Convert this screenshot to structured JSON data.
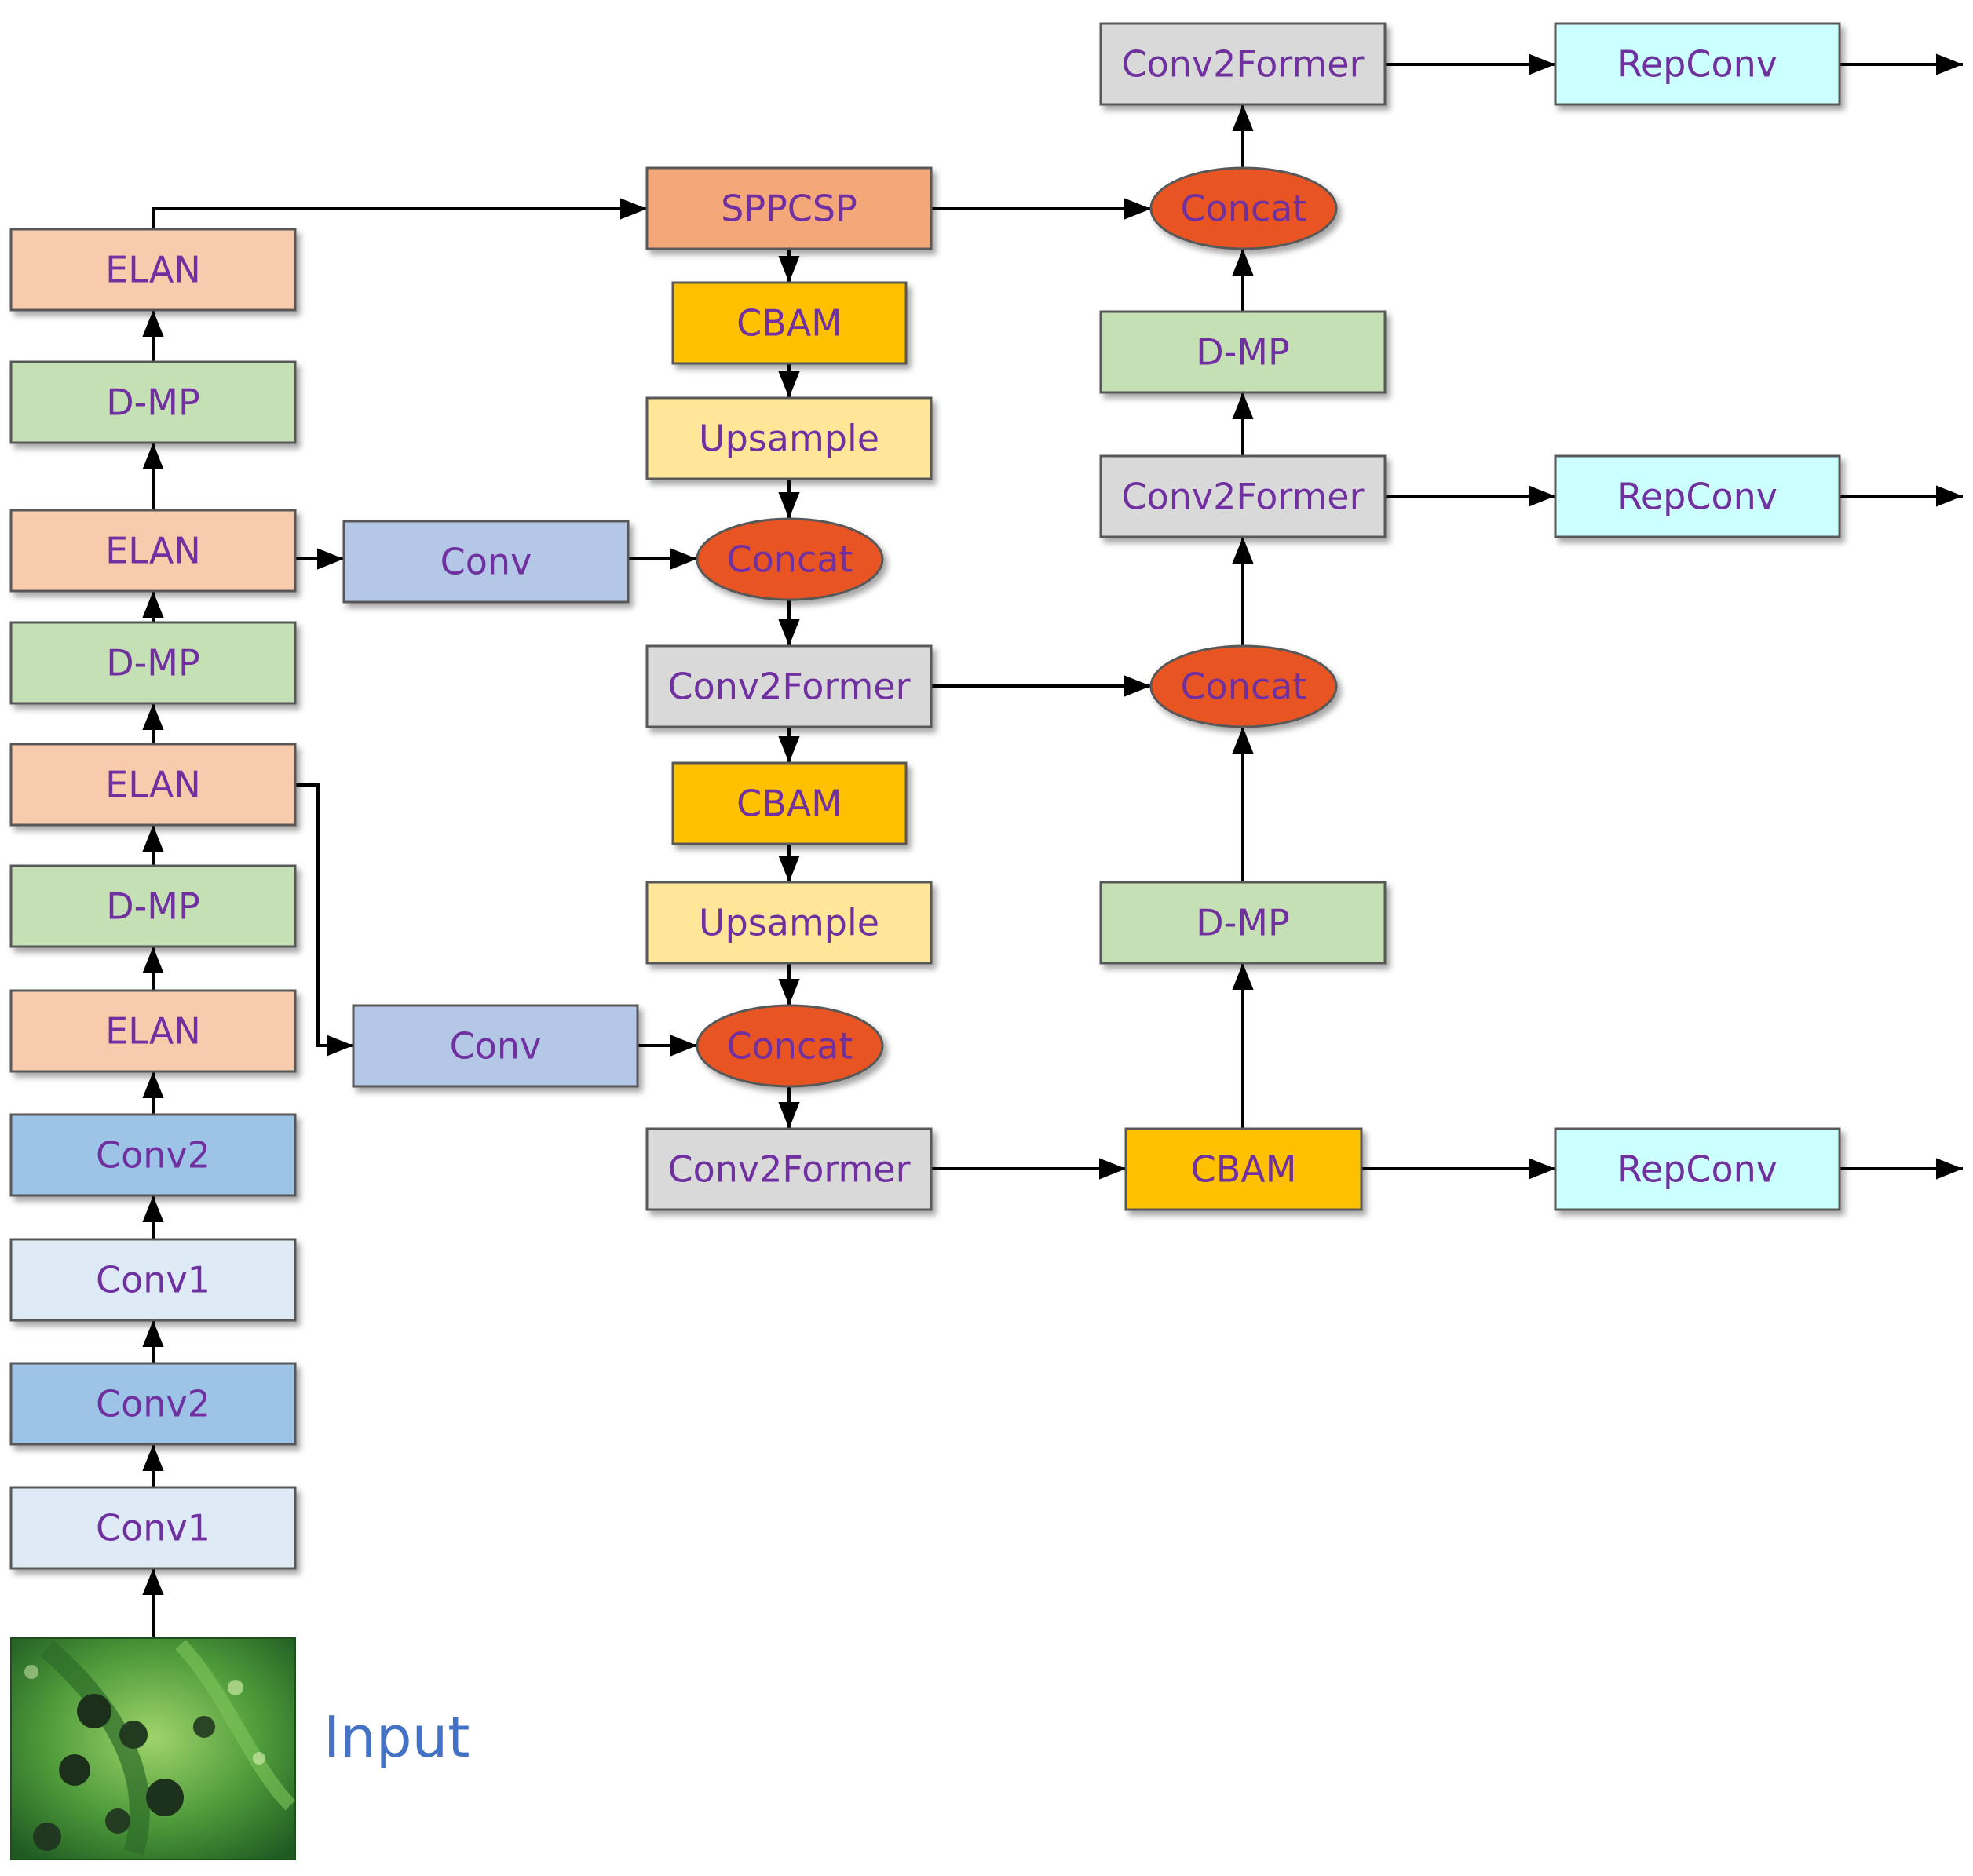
{
  "colors": {
    "elan": "#f8cbad",
    "dmp": "#c5e0b4",
    "conv_blue": "#b4c7e7",
    "conv2": "#9dc3e6",
    "conv1": "#deebf7",
    "sppcsp": "#f4a87a",
    "cbam": "#ffc000",
    "upsample": "#ffe699",
    "concat": "#e95422",
    "conv2former": "#d9d9d9",
    "repconv": "#ccffff",
    "label": "#7030a0",
    "input_label": "#4472c4"
  },
  "input_label": "Input",
  "input_image": "input-image",
  "nodes": [
    {
      "id": "conv1_a",
      "label": "Conv1",
      "color": "conv1"
    },
    {
      "id": "conv2_a",
      "label": "Conv2",
      "color": "conv2"
    },
    {
      "id": "conv1_b",
      "label": "Conv1",
      "color": "conv1"
    },
    {
      "id": "conv2_b",
      "label": "Conv2",
      "color": "conv2"
    },
    {
      "id": "elan_1",
      "label": "ELAN",
      "color": "elan"
    },
    {
      "id": "dmp_1",
      "label": "D-MP",
      "color": "dmp"
    },
    {
      "id": "elan_2",
      "label": "ELAN",
      "color": "elan"
    },
    {
      "id": "dmp_2",
      "label": "D-MP",
      "color": "dmp"
    },
    {
      "id": "elan_3",
      "label": "ELAN",
      "color": "elan"
    },
    {
      "id": "dmp_3",
      "label": "D-MP",
      "color": "dmp"
    },
    {
      "id": "elan_4",
      "label": "ELAN",
      "color": "elan"
    },
    {
      "id": "sppcsp",
      "label": "SPPCSP",
      "color": "sppcsp"
    },
    {
      "id": "cbam_top",
      "label": "CBAM",
      "color": "cbam"
    },
    {
      "id": "upsample_top",
      "label": "Upsample",
      "color": "upsample"
    },
    {
      "id": "conv_mid",
      "label": "Conv",
      "color": "conv_blue"
    },
    {
      "id": "concat_mid1",
      "label": "Concat",
      "color": "concat"
    },
    {
      "id": "c2f_mid1",
      "label": "Conv2Former",
      "color": "conv2former"
    },
    {
      "id": "cbam_mid",
      "label": "CBAM",
      "color": "cbam"
    },
    {
      "id": "upsample_mid",
      "label": "Upsample",
      "color": "upsample"
    },
    {
      "id": "conv_low",
      "label": "Conv",
      "color": "conv_blue"
    },
    {
      "id": "concat_mid2",
      "label": "Concat",
      "color": "concat"
    },
    {
      "id": "c2f_mid2",
      "label": "Conv2Former",
      "color": "conv2former"
    },
    {
      "id": "cbam_right",
      "label": "CBAM",
      "color": "cbam"
    },
    {
      "id": "dmp_right_low",
      "label": "D-MP",
      "color": "dmp"
    },
    {
      "id": "concat_right_mid",
      "label": "Concat",
      "color": "concat"
    },
    {
      "id": "c2f_right_mid",
      "label": "Conv2Former",
      "color": "conv2former"
    },
    {
      "id": "dmp_right_top",
      "label": "D-MP",
      "color": "dmp"
    },
    {
      "id": "concat_right_top",
      "label": "Concat",
      "color": "concat"
    },
    {
      "id": "c2f_right_top",
      "label": "Conv2Former",
      "color": "conv2former"
    },
    {
      "id": "repconv_top",
      "label": "RepConv",
      "color": "repconv"
    },
    {
      "id": "repconv_mid",
      "label": "RepConv",
      "color": "repconv"
    },
    {
      "id": "repconv_low",
      "label": "RepConv",
      "color": "repconv"
    }
  ]
}
